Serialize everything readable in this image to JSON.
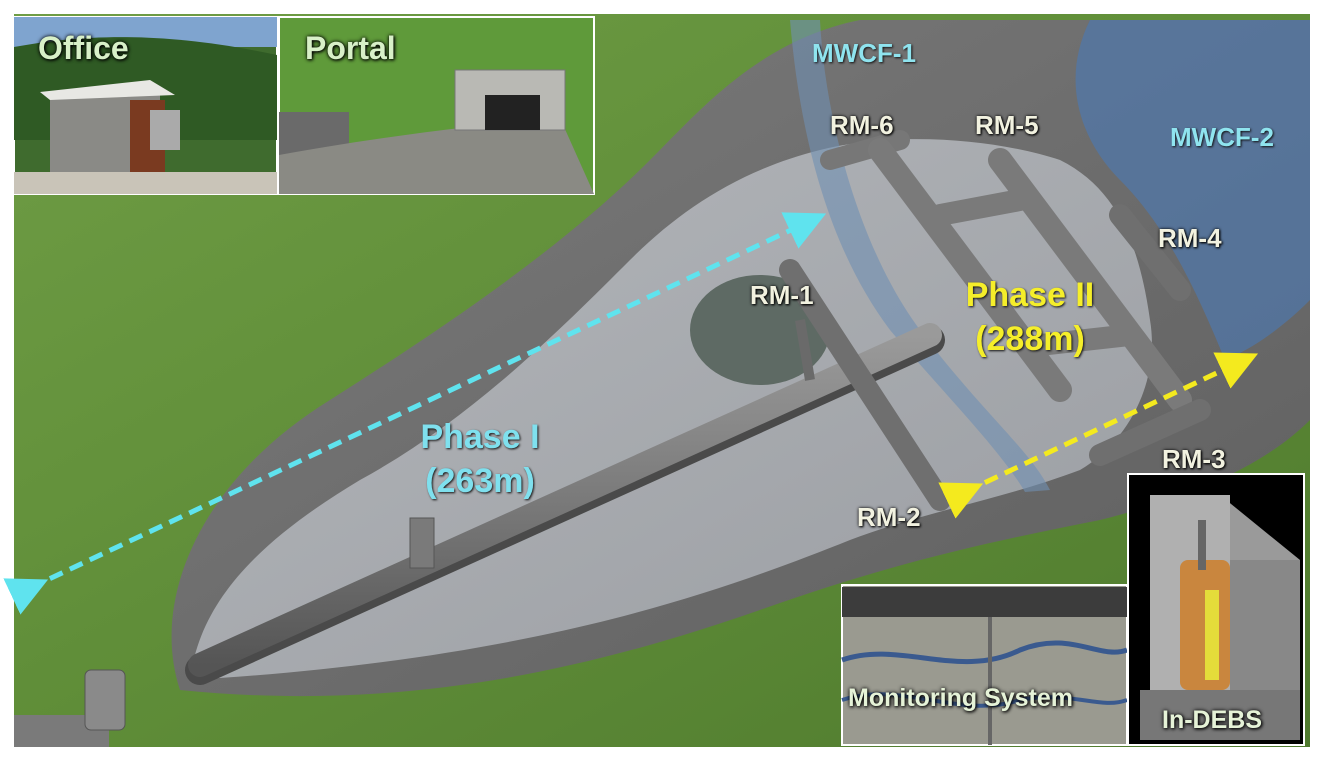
{
  "labels": {
    "mwcf1": "MWCF-1",
    "mwcf2": "MWCF-2",
    "rm1": "RM-1",
    "rm2": "RM-2",
    "rm3": "RM-3",
    "rm4": "RM-4",
    "rm5": "RM-5",
    "rm6": "RM-6",
    "phase1_title": "Phase I",
    "phase1_length": "(263m)",
    "phase2_title": "Phase II",
    "phase2_length": "(288m)"
  },
  "insets": {
    "office": "Office",
    "portal": "Portal",
    "monitoring": "Monitoring System",
    "indebs": "In-DEBS"
  },
  "colors": {
    "grass": "#5f8f3a",
    "rock": "#6f6f6f",
    "tunnel": "#7a7a7a",
    "fracture_zone": "#6f8fb3",
    "phase1_arrow": "#5fe3ee",
    "phase2_arrow": "#f4ea1e"
  }
}
